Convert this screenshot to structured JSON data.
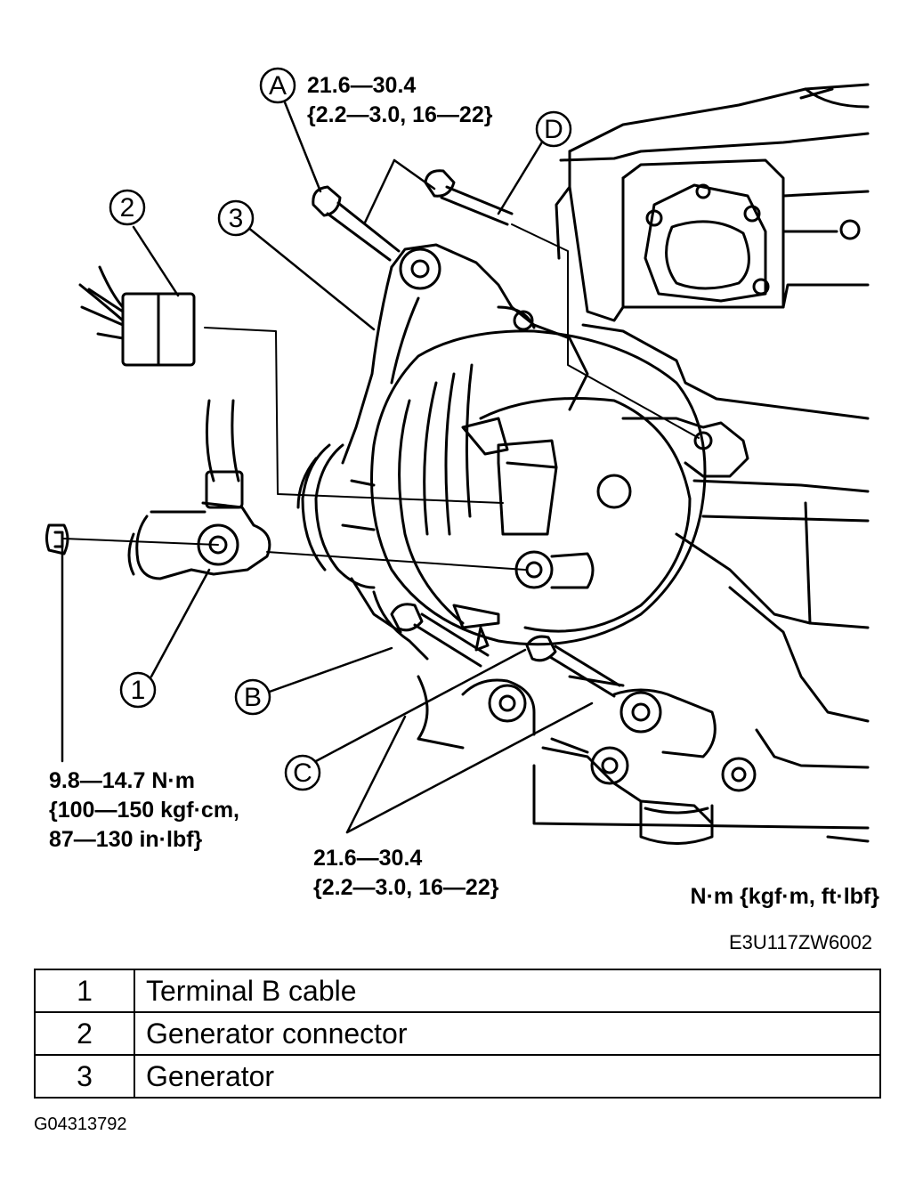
{
  "callouts": {
    "A": {
      "letter": "A",
      "line1": "21.6—30.4",
      "line2": "{2.2—3.0, 16—22}"
    },
    "B": {
      "letter": "B"
    },
    "C": {
      "letter": "C"
    },
    "D": {
      "letter": "D"
    },
    "C_torque": {
      "line1": "21.6—30.4",
      "line2": "{2.2—3.0, 16—22}"
    },
    "nut_torque": {
      "line1": "9.8—14.7 N·m",
      "line2": "{100—150 kgf·cm,",
      "line3": "87—130 in·lbf}"
    }
  },
  "parts": {
    "1": "1",
    "2": "2",
    "3": "3"
  },
  "units_note": "N·m {kgf·m, ft·lbf}",
  "figure_code": "E3U117ZW6002",
  "legend": [
    {
      "num": "1",
      "desc": "Terminal B cable"
    },
    {
      "num": "2",
      "desc": "Generator connector"
    },
    {
      "num": "3",
      "desc": "Generator"
    }
  ],
  "image_code": "G04313792"
}
